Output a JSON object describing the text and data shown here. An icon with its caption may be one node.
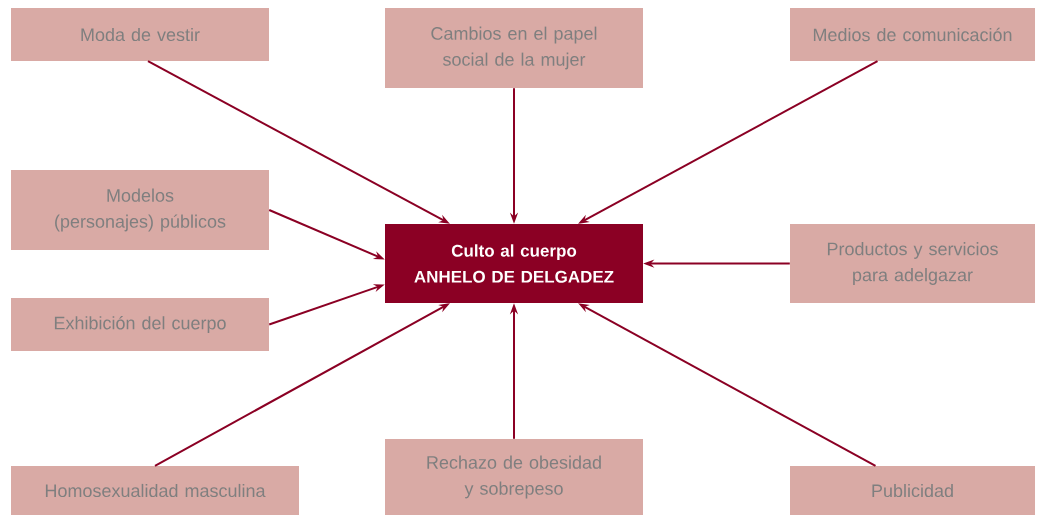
{
  "diagram": {
    "nodes": [
      {
        "text": [
          "Moda de vestir"
        ]
      },
      {
        "text": [
          "Cambios en el papel social de la mujer"
        ]
      },
      {
        "text": [
          "Medios de comunicación"
        ]
      },
      {
        "text": [
          "Modelos (personajes) públicos"
        ]
      },
      {
        "text": [
          "Culto al cuerpo",
          "ANHELO DE DELGADEZ"
        ]
      },
      {
        "text": [
          "Productos y servicios para adelgazar"
        ]
      },
      {
        "text": [
          "Exhibición del cuerpo"
        ]
      },
      {
        "text": [
          "Homosexualidad masculina"
        ]
      },
      {
        "text": [
          "Rechazo de obesidad y sobrepeso"
        ]
      },
      {
        "text": [
          "Publicidad"
        ]
      }
    ],
    "edges": [
      {
        "from": 0,
        "to": 4,
        "arrow": "to"
      },
      {
        "from": 1,
        "to": 4,
        "arrow": "to"
      },
      {
        "from": 2,
        "to": 4,
        "arrow": "to"
      },
      {
        "from": 3,
        "to": 4,
        "arrow": "to"
      },
      {
        "from": 6,
        "to": 4,
        "arrow": "to"
      },
      {
        "from": 5,
        "to": 4,
        "arrow": "to"
      },
      {
        "from": 7,
        "to": 4,
        "arrow": "to"
      },
      {
        "from": 8,
        "to": 4,
        "arrow": "to"
      },
      {
        "from": 9,
        "to": 4,
        "arrow": "to"
      }
    ]
  }
}
